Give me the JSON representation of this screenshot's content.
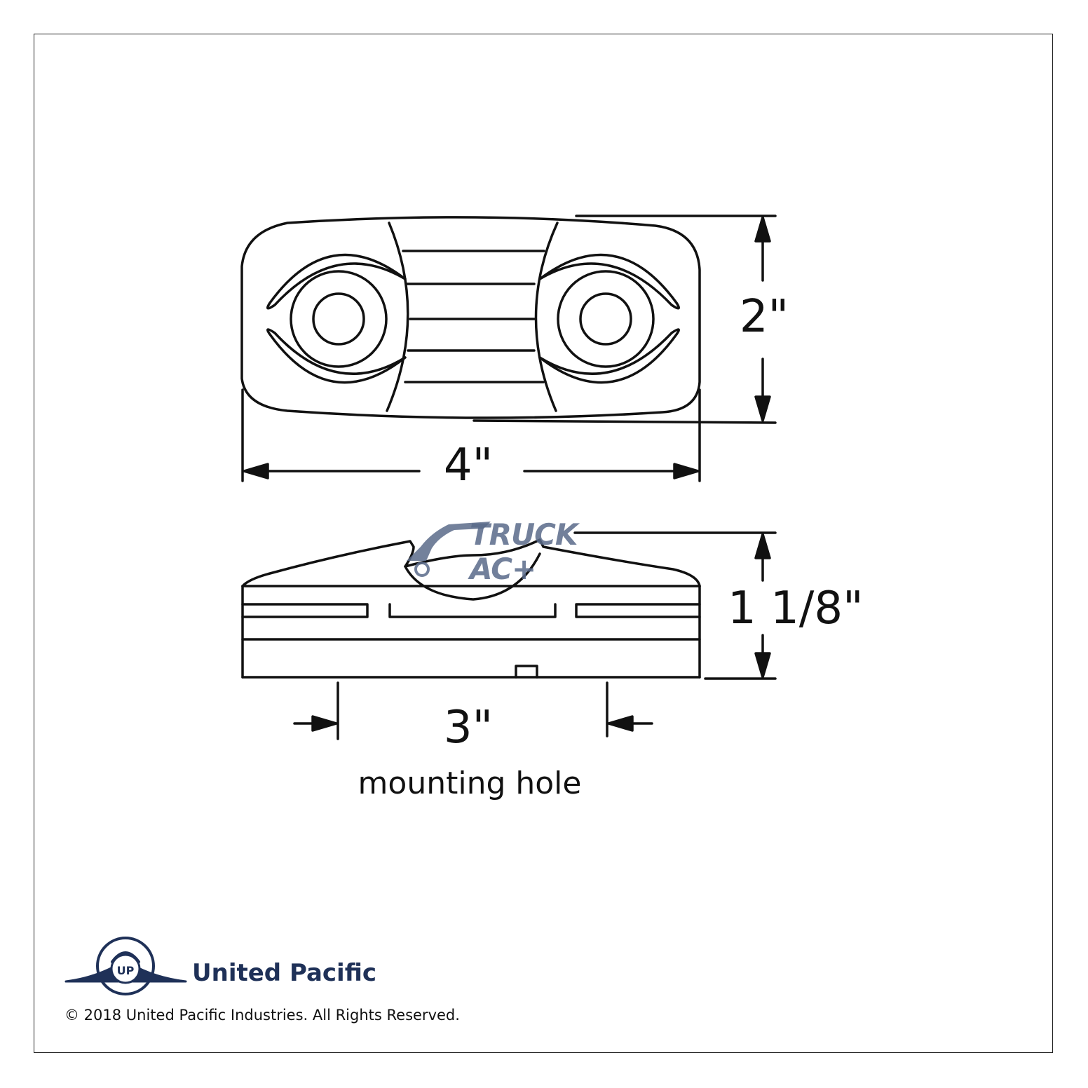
{
  "dimensions": {
    "width": "4\"",
    "height": "2\"",
    "depth": "1 1/8\"",
    "mounting_hole": "3\"",
    "mounting_hole_caption": "mounting hole"
  },
  "brand": {
    "name": "United Pacific",
    "copyright": "© 2018 United Pacific Industries. All Rights Reserved.",
    "color": "#1f3158"
  },
  "watermark": {
    "text": "TRUCK AC+",
    "color_primary": "#5a6b8a",
    "color_accent": "#f26b21"
  },
  "line_color": "#111111"
}
